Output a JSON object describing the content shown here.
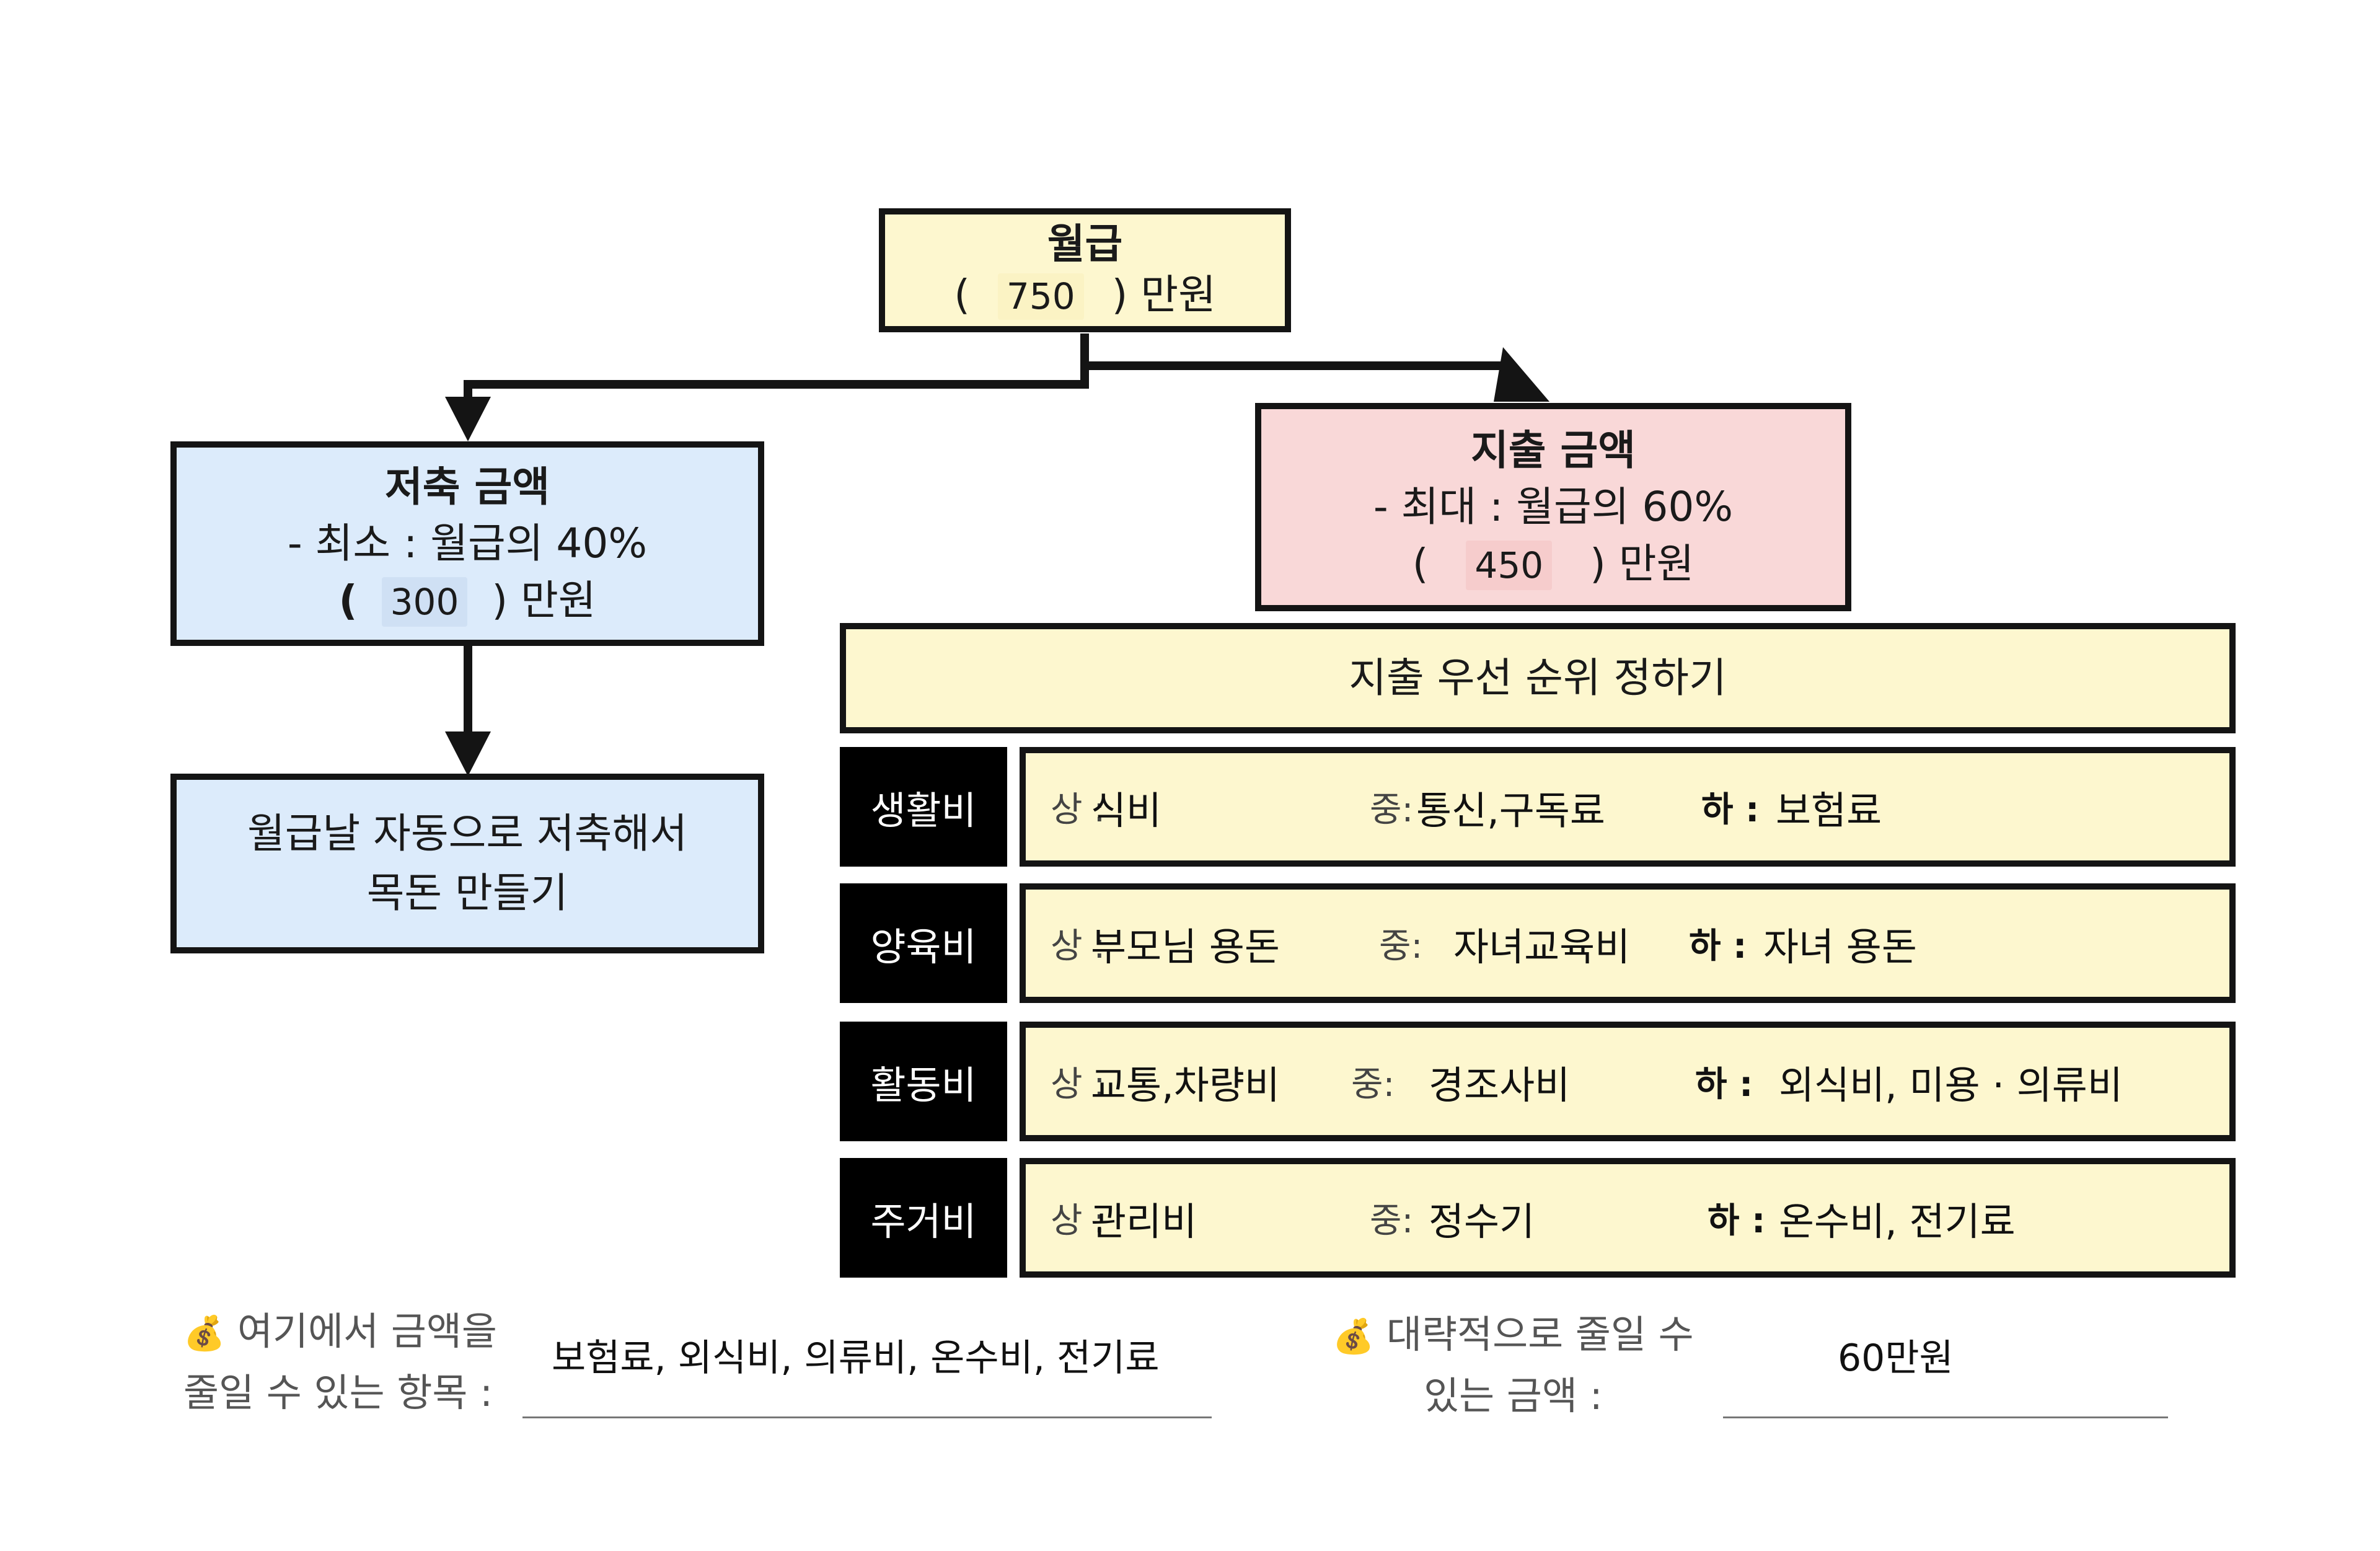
{
  "salary": {
    "title": "월급",
    "open_paren": "(",
    "amount": "750",
    "unit": ") 만원"
  },
  "savings": {
    "title": "저축 금액",
    "rule": "- 최소 : 월급의 40%",
    "open_paren": "(",
    "amount": "300",
    "unit": ") 만원",
    "action_line1": "월급날 자동으로 저축해서",
    "action_line2": "목돈 만들기"
  },
  "spending": {
    "title": "지출 금액",
    "rule": "- 최대 : 월급의 60%",
    "open_paren": "(",
    "amount": "450",
    "unit": ") 만원"
  },
  "priority_header": "지출 우선 순위 정하기",
  "priority_rows": [
    {
      "category": "생활비",
      "high_label": "상 :",
      "high": "식비",
      "mid_label": "중:",
      "mid": "통신,구독료",
      "low_label": "하 :",
      "low": "보험료"
    },
    {
      "category": "양육비",
      "high_label": "상 :",
      "high": "부모님  용돈",
      "mid_label": "중:",
      "mid": "자녀교육비",
      "low_label": "하 :",
      "low": "자녀  용돈"
    },
    {
      "category": "활동비",
      "high_label": "상 :",
      "high": "교통,차량비",
      "mid_label": "중:",
      "mid": "경조사비",
      "low_label": "하 :",
      "low": "외식비, 미용 · 의류비"
    },
    {
      "category": "주거비",
      "high_label": "상 :",
      "high": "관리비",
      "mid_label": "중:",
      "mid": "정수기",
      "low_label": "하 :",
      "low": "온수비, 전기료"
    }
  ],
  "reducible": {
    "icon": "money-bag-icon",
    "label_line1": "여기에서 금액을",
    "label_line2": "줄일 수 있는 항목 :",
    "answer": "보험료, 외식비, 의류비, 온수비, 전기료"
  },
  "amount_reduce": {
    "icon": "money-bag-icon",
    "label_line1": "대략적으로 줄일 수",
    "label_line2": "있는 금액 :",
    "answer": "60만원"
  },
  "colors": {
    "salary_box": "#fdf7cf",
    "savings_box": "#dcebfb",
    "spending_box": "#f9d8d8",
    "priority_box": "#fdf7cf",
    "category_cell": "#000000"
  }
}
